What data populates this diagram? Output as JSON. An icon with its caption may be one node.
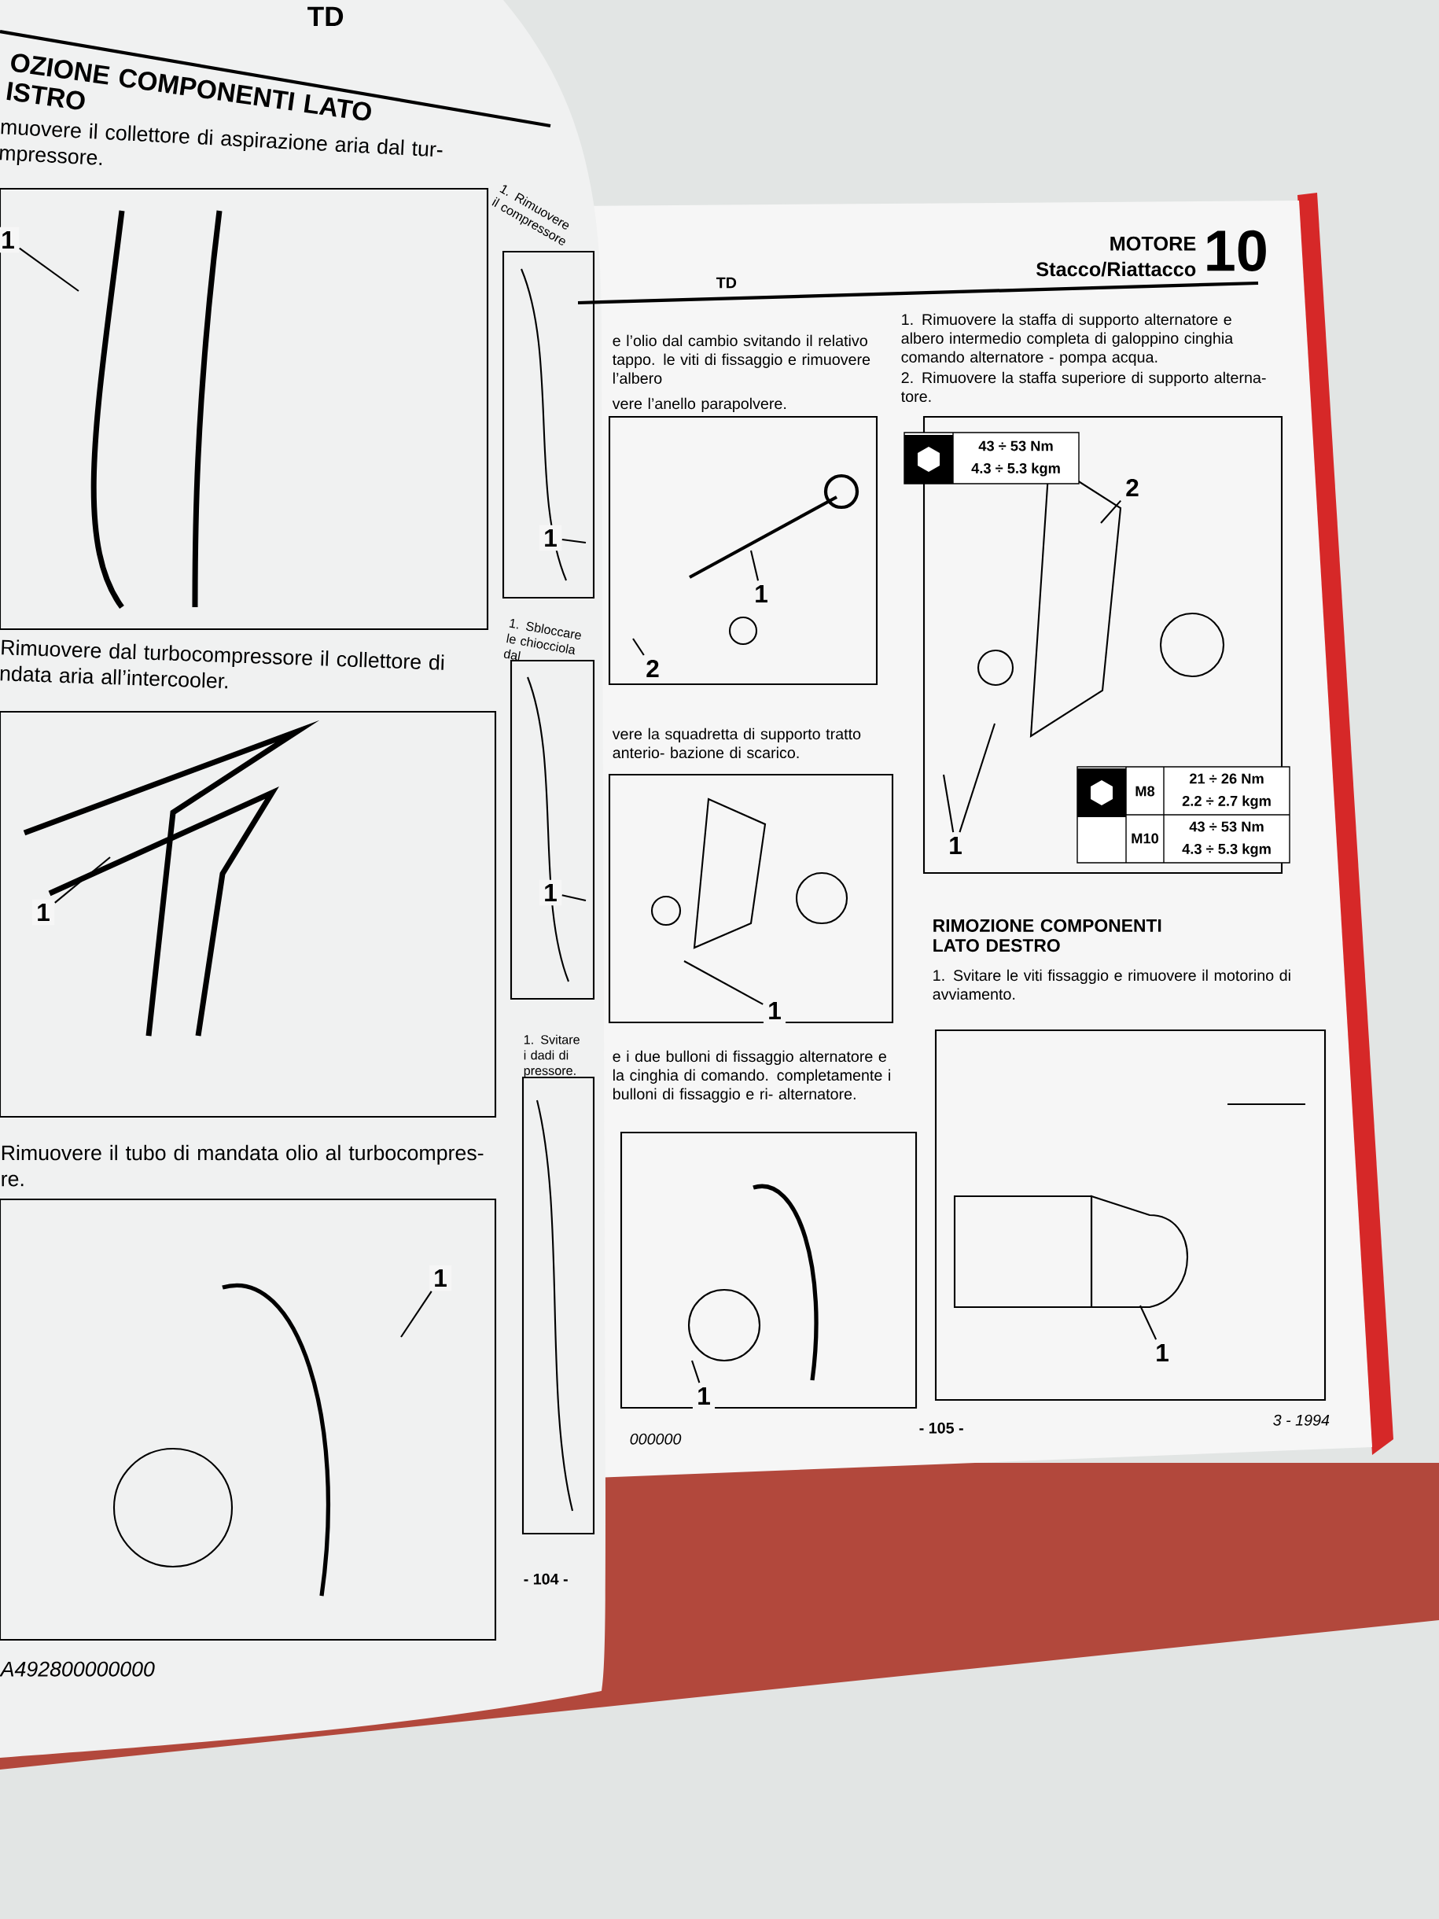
{
  "diagram": {
    "nodes": [
      {
        "text": [
          "1"
        ]
      },
      {
        "text": [
          "1"
        ]
      },
      {
        "text": [
          "1"
        ]
      },
      {
        "text": [
          "1"
        ]
      },
      {
        "text": [
          "1"
        ]
      },
      {
        "text": [
          "1"
        ]
      },
      {
        "text": [
          "2"
        ]
      },
      {
        "text": [
          "2"
        ]
      },
      {
        "text": [
          "1"
        ]
      },
      {
        "text": [
          "1"
        ]
      },
      {
        "text": [
          "1"
        ]
      },
      {
        "text": [
          "1"
        ]
      }
    ],
    "edges": [
      {
        "from": 0,
        "to": null,
        "arrow": "none"
      },
      {
        "from": 1,
        "to": null,
        "arrow": "none"
      },
      {
        "from": 2,
        "to": null,
        "arrow": "none"
      },
      {
        "from": 3,
        "to": null,
        "arrow": "none"
      },
      {
        "from": 4,
        "to": null,
        "arrow": "none"
      },
      {
        "from": 5,
        "to": null,
        "arrow": "none"
      },
      {
        "from": 6,
        "to": null,
        "arrow": "none"
      },
      {
        "from": 7,
        "to": null,
        "arrow": "none"
      },
      {
        "from": 8,
        "to": null,
        "arrow": "none"
      },
      {
        "from": 8,
        "to": null,
        "arrow": "none"
      },
      {
        "from": 9,
        "to": null,
        "arrow": "none"
      },
      {
        "from": 10,
        "to": null,
        "arrow": "none"
      },
      {
        "from": 11,
        "to": null,
        "arrow": "none"
      }
    ],
    "labels": [
      "TD",
      "OZIONE COMPONENTI LATO ISTRO",
      "muovere il collettore di aspirazione aria dal tur- mpressore.",
      "Rimuovere dal turbocompressore il collettore di ndata aria all’intercooler.",
      "Rimuovere il tubo di mandata olio al turbocompres- re.",
      "- 104 -",
      "A492800000000",
      "1. Rimuovere il compressore",
      "1. Sbloccare le chiocciola dal",
      "1. Svitare i dadi di pressore.",
      "TD",
      "MOTORE",
      "10",
      "Stacco/Riattacco",
      "e l’olio dal cambio svitando il relativo tappo. le viti di fissaggio e rimuovere l’albero",
      "vere l’anello parapolvere.",
      "1. Rimuovere la staffa di supporto alternatore e albero intermedio completa di galoppino cinghia comando alternatore - pompa acqua.",
      "2. Rimuovere la staffa superiore di supporto alterna- tore.",
      "43 ÷ 53 Nm",
      "4.3 ÷ 5.3 kgm",
      "vere la squadretta di supporto tratto anterio- bazione di scarico.",
      "M8",
      "21 ÷ 26 Nm",
      "2.2 ÷ 2.7 kgm",
      "M10",
      "43 ÷ 53 Nm",
      "4.3 ÷ 5.3 kgm",
      "RIMOZIONE COMPONENTI LATO DESTRO",
      "1. Svitare le viti fissaggio e rimuovere il motorino di avviamento.",
      "e i due bulloni di fissaggio alternatore e la cinghia di comando. completamente i bulloni di fissaggio e ri- alternatore.",
      "000000",
      "- 105 -",
      "3 - 1994"
    ]
  }
}
